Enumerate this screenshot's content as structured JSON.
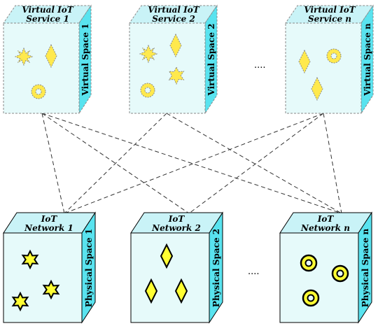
{
  "virtual_row": [
    {
      "title_line1": "Virtual IoT",
      "title_line2": "Service 1",
      "side_label": "Virtual Space 1"
    },
    {
      "title_line1": "Virtual IoT",
      "title_line2": "Service 2",
      "side_label": "Virtual Space 2"
    },
    {
      "title_line1": "Virtual IoT",
      "title_line2": "Service n",
      "side_label": "Virtual Space n"
    }
  ],
  "physical_row": [
    {
      "title_line1": "IoT",
      "title_line2": "Network 1",
      "side_label": "Physical Space 1"
    },
    {
      "title_line1": "IoT",
      "title_line2": "Network 2",
      "side_label": "Physical Space 2"
    },
    {
      "title_line1": "IoT",
      "title_line2": "Network n",
      "side_label": "Physical Space n"
    }
  ],
  "ellipsis_top": "....",
  "ellipsis_bottom": "....",
  "colors": {
    "cube_face": "#e6fafa",
    "cube_top": "#c9f3f7",
    "cube_side": "#59e3ef",
    "shape_fill": "#ffff33",
    "shape_fill_virtual": "#ffe94d",
    "border_virtual": "#888888",
    "border_physical": "#000000"
  }
}
